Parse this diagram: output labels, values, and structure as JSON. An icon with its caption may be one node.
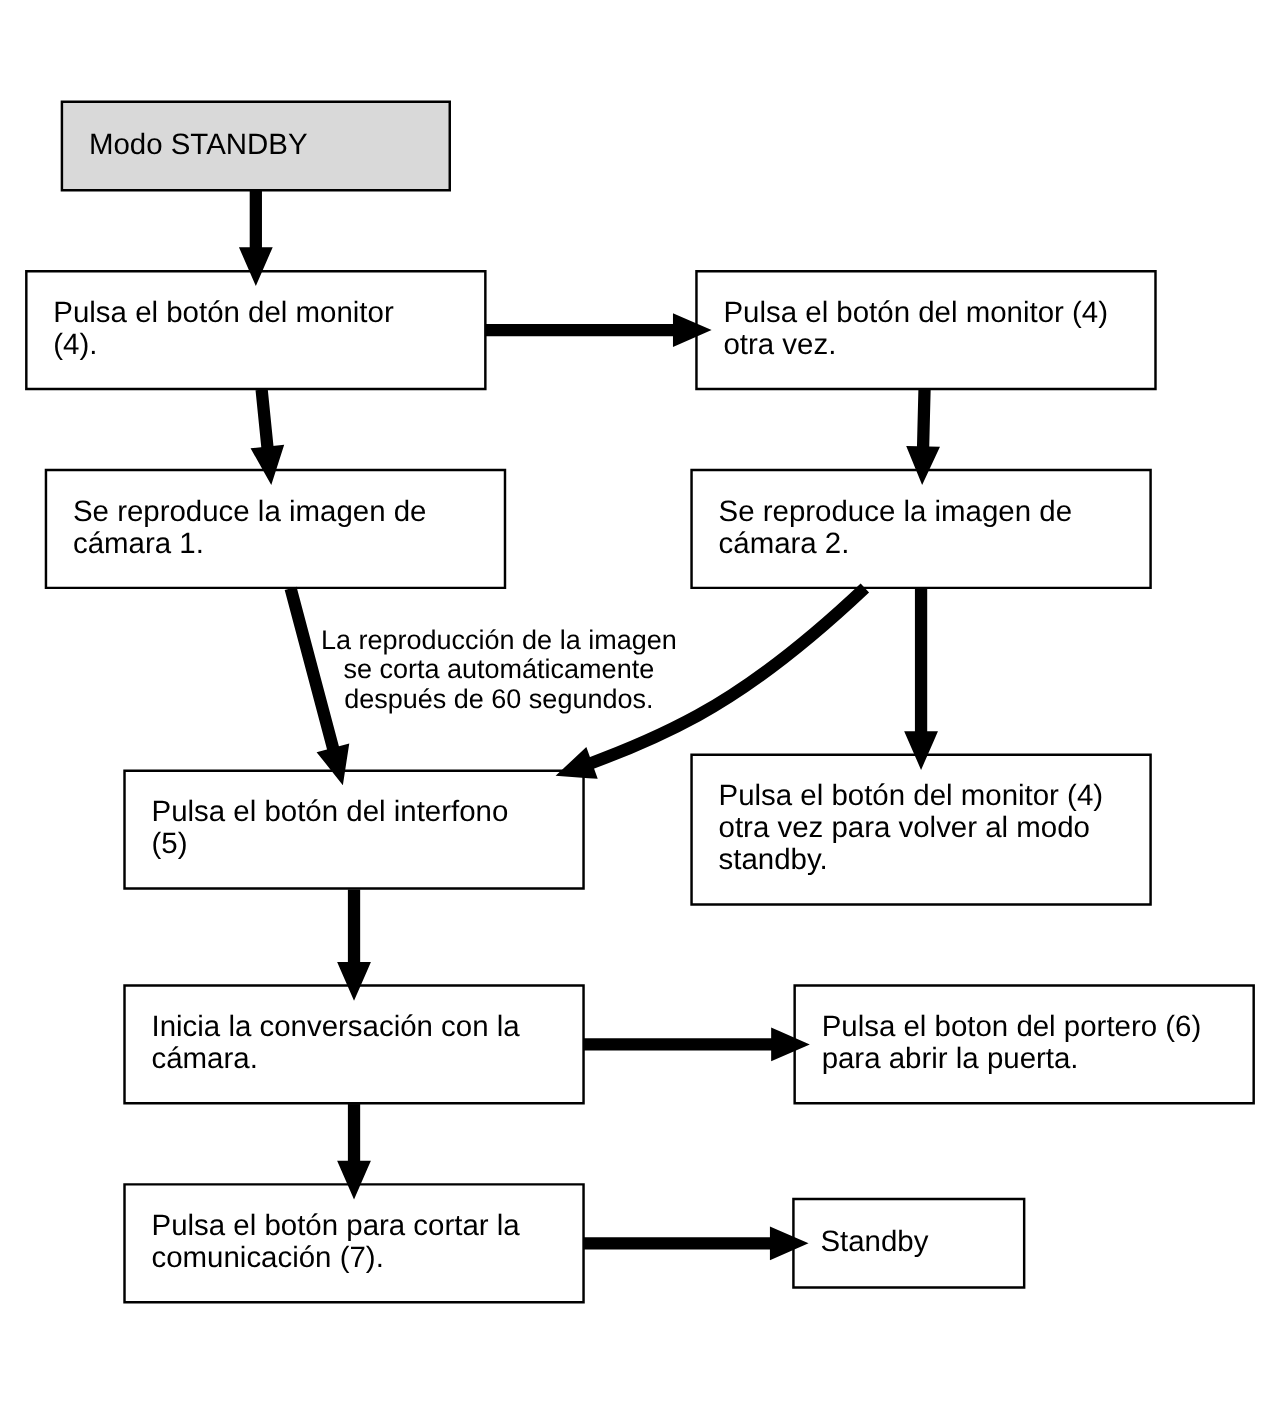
{
  "diagram": {
    "nodes": [
      {
        "text": [
          "Modo STANDBY"
        ]
      },
      {
        "text": [
          "Pulsa el botón del monitor (4)."
        ]
      },
      {
        "text": [
          "Pulsa el botón del monitor (4) otra vez."
        ]
      },
      {
        "text": [
          "Se reproduce la imagen de cámara 1."
        ]
      },
      {
        "text": [
          "Se reproduce la imagen de cámara 2."
        ]
      },
      {
        "text": [
          "Pulsa el botón del monitor (4) otra vez para volver al modo standby."
        ]
      },
      {
        "text": [
          "Pulsa el botón del interfono (5)"
        ]
      },
      {
        "text": [
          "Inicia la conversación con la cámara."
        ]
      },
      {
        "text": [
          "Pulsa el boton del portero (6) para abrir la puerta."
        ]
      },
      {
        "text": [
          "Pulsa el botón para cortar la comunicación (7)."
        ]
      },
      {
        "text": [
          "Standby"
        ]
      }
    ],
    "edges": [
      {
        "from": 0,
        "to": 1,
        "arrow": "to"
      },
      {
        "from": 1,
        "to": 2,
        "arrow": "to"
      },
      {
        "from": 1,
        "to": 3,
        "arrow": "to"
      },
      {
        "from": 2,
        "to": 4,
        "arrow": "to"
      },
      {
        "from": 3,
        "to": 6,
        "arrow": "to",
        "label": "La reproducción de la imagen se corta automáticamente después de 60 segundos."
      },
      {
        "from": 4,
        "to": 5,
        "arrow": "to"
      },
      {
        "from": 4,
        "to": 6,
        "arrow": "to"
      },
      {
        "from": 6,
        "to": 7,
        "arrow": "to"
      },
      {
        "from": 7,
        "to": 8,
        "arrow": "to"
      },
      {
        "from": 7,
        "to": 9,
        "arrow": "to"
      },
      {
        "from": 9,
        "to": 10,
        "arrow": "to"
      }
    ]
  }
}
